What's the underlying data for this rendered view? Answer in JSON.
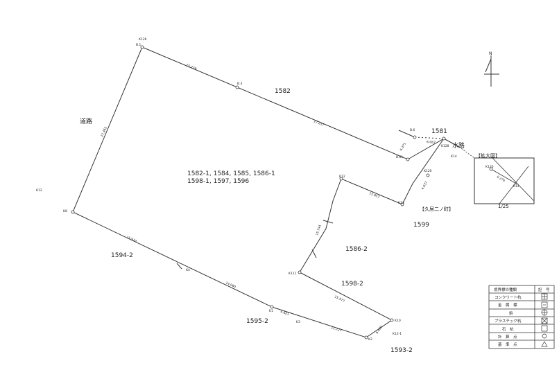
{
  "parcels": {
    "main_lots_line1": "1582-1, 1584, 1585, 1586-1",
    "main_lots_line2": "1598-1, 1597, 1596",
    "p1582": "1582",
    "p1581": "1581",
    "p1599": "1599",
    "p1586_2": "1586-2",
    "p1598_2": "1598-2",
    "p1594_2": "1594-2",
    "p1595_2": "1595-2",
    "p1593_2": "1593-2"
  },
  "labels": {
    "road": "道路",
    "waterway": "水路",
    "district": "【久居二ノ町】",
    "enlarged": "【拡大図】",
    "scale": "1/25",
    "north": "N"
  },
  "points": {
    "k126": "K126",
    "k128": "K128",
    "k13": "K13",
    "k12": "K12",
    "k120_enl": "K120",
    "k14_enl": "K14",
    "k124": "K124",
    "k111": "K111",
    "k4": "K4",
    "k1": "K1",
    "k3": "K3",
    "k10": "K10",
    "k2": "K2",
    "k14": "K14",
    "k12_1": "K12-1",
    "k12_left": "K12",
    "k8": "K8",
    "k120": "K120",
    "b01": "B.1",
    "b03": "B.3",
    "b06": "B.6",
    "b61": "B.61"
  },
  "distances": {
    "d1": "15.278",
    "d2": "27.237",
    "d3": "6.371",
    "d4": "6.067",
    "d5": "4.637",
    "d6": "15.057",
    "d7": "15.744",
    "d8": "15.577",
    "d9": "11.727",
    "d10": "6.480",
    "d11": "4.621",
    "d12": "14.060",
    "d13": "15.910",
    "d14": "27.462",
    "d_enl": "0.276"
  },
  "legend": {
    "header_type": "境界標の種類",
    "header_symbol": "記　号",
    "rows": [
      {
        "label": "コンクリート杭",
        "symbol": "concrete-post-icon"
      },
      {
        "label": "金　属　標",
        "symbol": "metal-marker-icon"
      },
      {
        "label": "鋲",
        "symbol": "rivet-icon"
      },
      {
        "label": "プラスチック杭",
        "symbol": "plastic-post-icon"
      },
      {
        "label": "石　杭",
        "symbol": "stone-post-icon"
      },
      {
        "label": "計　算　点",
        "symbol": "calc-point-icon"
      },
      {
        "label": "基　準　点",
        "symbol": "reference-point-icon"
      }
    ]
  }
}
